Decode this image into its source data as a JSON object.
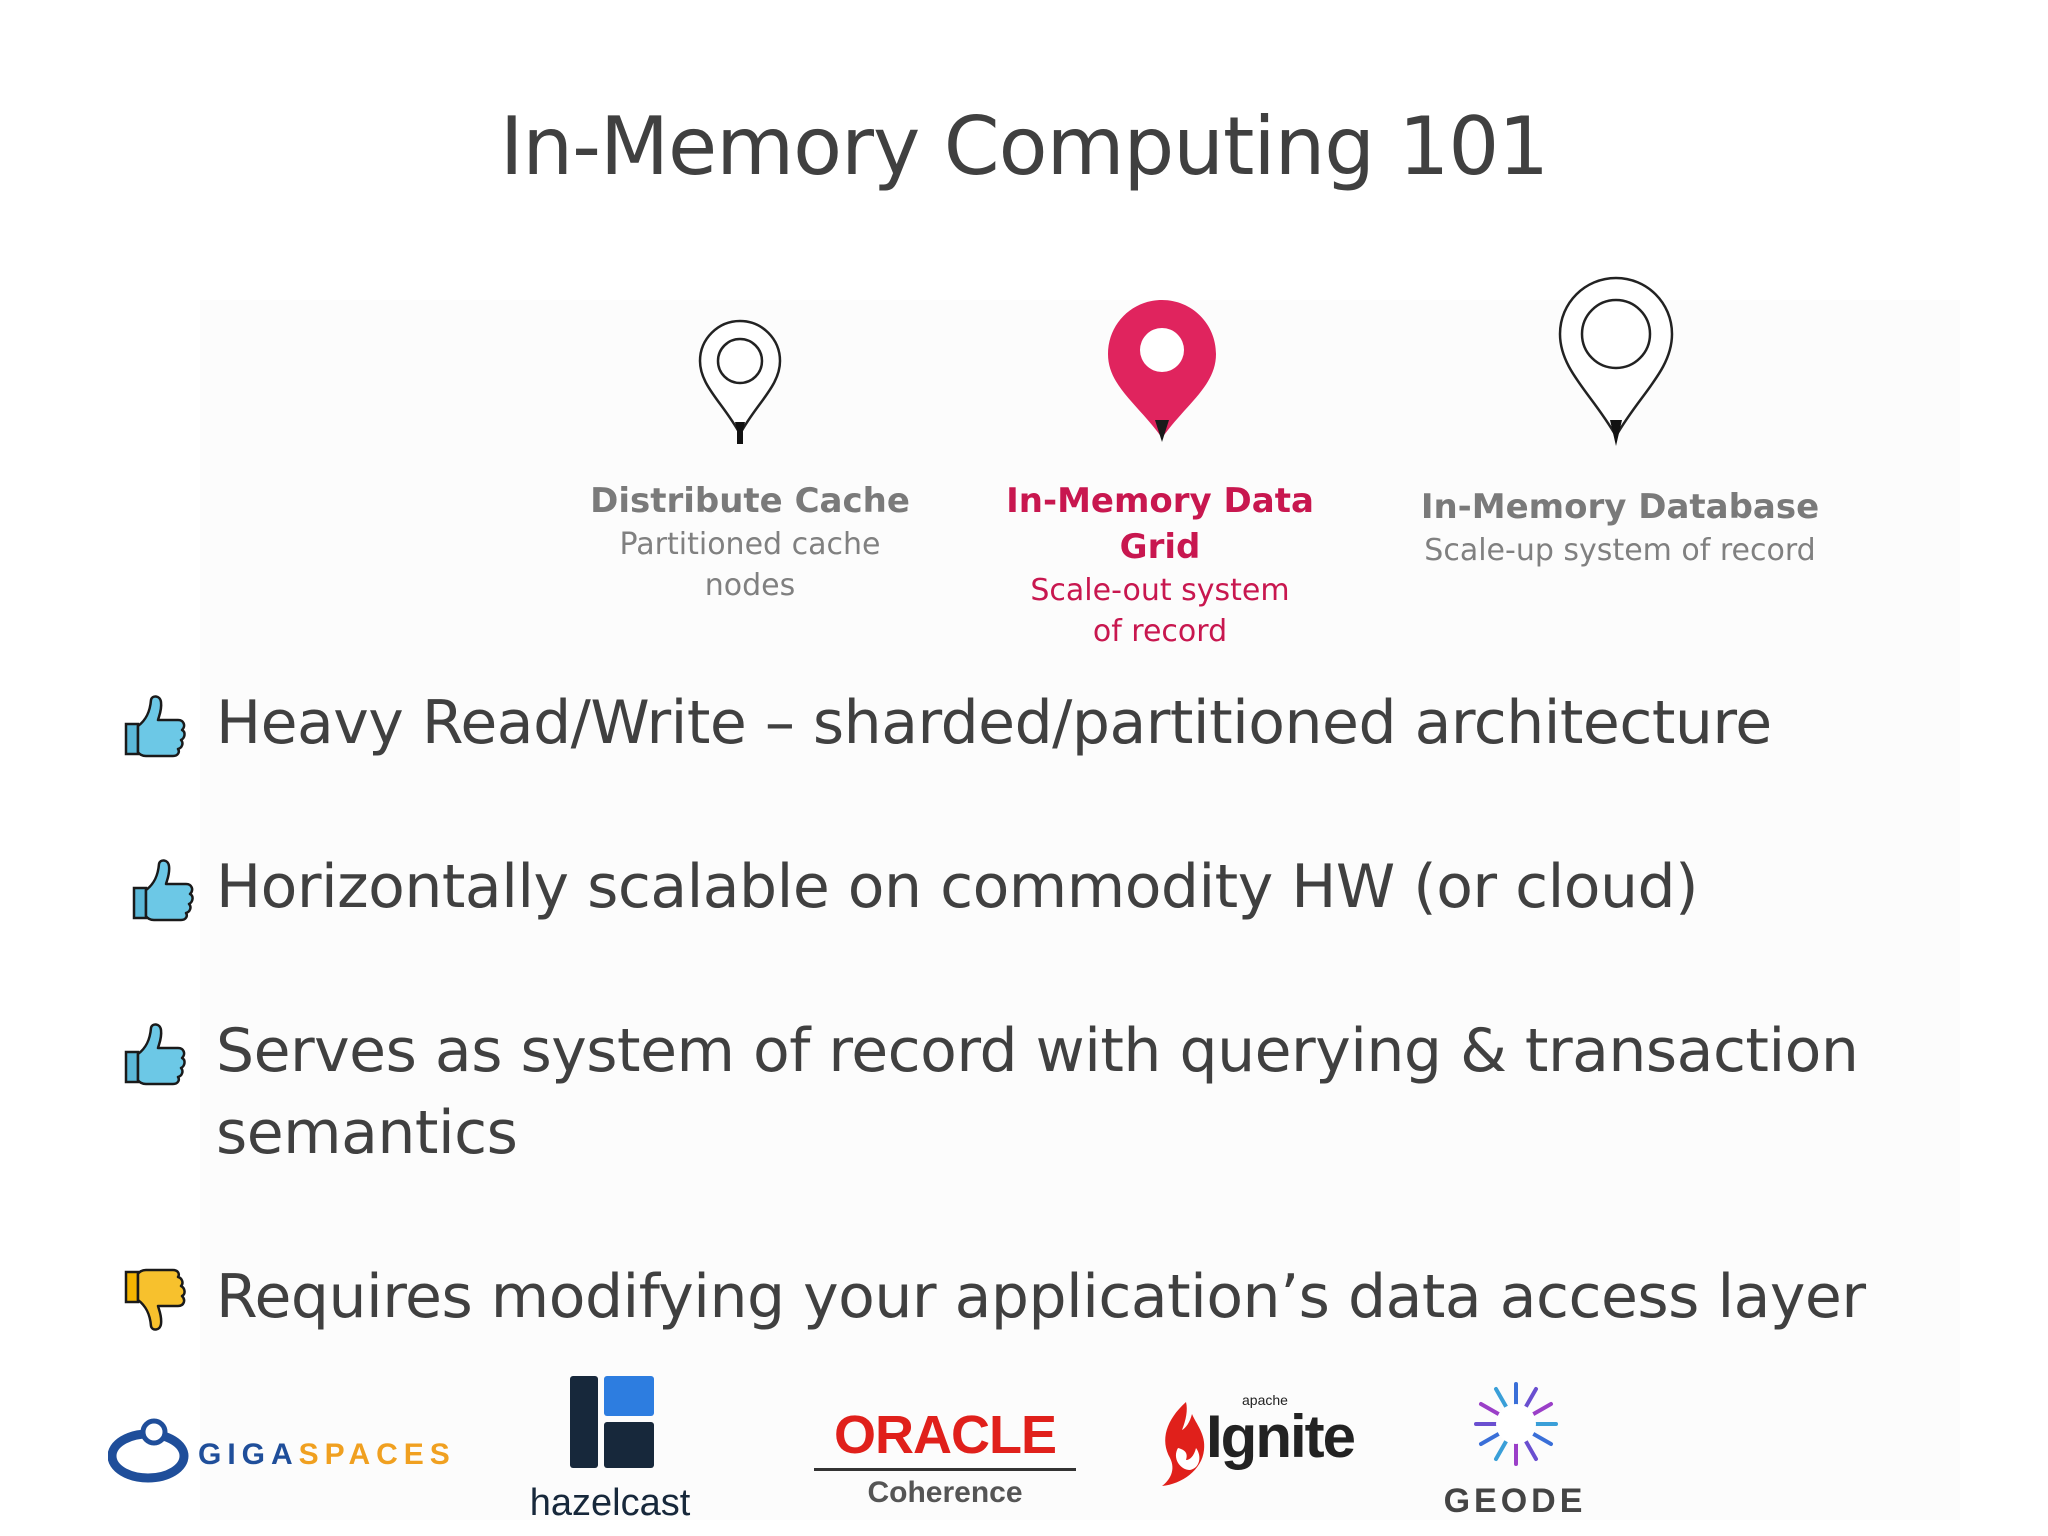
{
  "title": "In-Memory Computing 101",
  "colors": {
    "accent": "#c8174f",
    "text": "#404040",
    "muted": "#7a7a7a",
    "thumb_up": "#5bb8d8",
    "thumb_down": "#f4b400"
  },
  "pins": [
    {
      "icon": "location-pin-outline-icon",
      "title": "Distribute Cache",
      "subtitle_line1": "Partitioned cache",
      "subtitle_line2": "nodes",
      "highlighted": false
    },
    {
      "icon": "location-pin-filled-icon",
      "title_line1": "In-Memory Data",
      "title_line2": "Grid",
      "subtitle_line1": "Scale-out system",
      "subtitle_line2": "of record",
      "highlighted": true
    },
    {
      "icon": "location-pin-outline-icon",
      "title": "In-Memory Database",
      "subtitle": "Scale-up system of record",
      "highlighted": false
    }
  ],
  "bullets": [
    {
      "icon": "thumbs-up-icon",
      "line1": "Heavy Read/Write – sharded/partitioned architecture"
    },
    {
      "icon": "thumbs-up-icon",
      "line1": "Horizontally scalable on commodity HW (or cloud)"
    },
    {
      "icon": "thumbs-up-icon",
      "line1": "Serves as system of record with querying & transaction",
      "line2": "semantics"
    },
    {
      "icon": "thumbs-down-icon",
      "line1": "Requires modifying your application’s data access layer"
    }
  ],
  "logos": {
    "gigaspaces": {
      "giga": "GIGA",
      "spaces": "SPACES"
    },
    "hazelcast": "hazelcast",
    "oracle": {
      "brand": "ORACLE",
      "product": "Coherence"
    },
    "ignite": {
      "small": "apache",
      "brand": "Ignite"
    },
    "geode": "GEODE"
  }
}
